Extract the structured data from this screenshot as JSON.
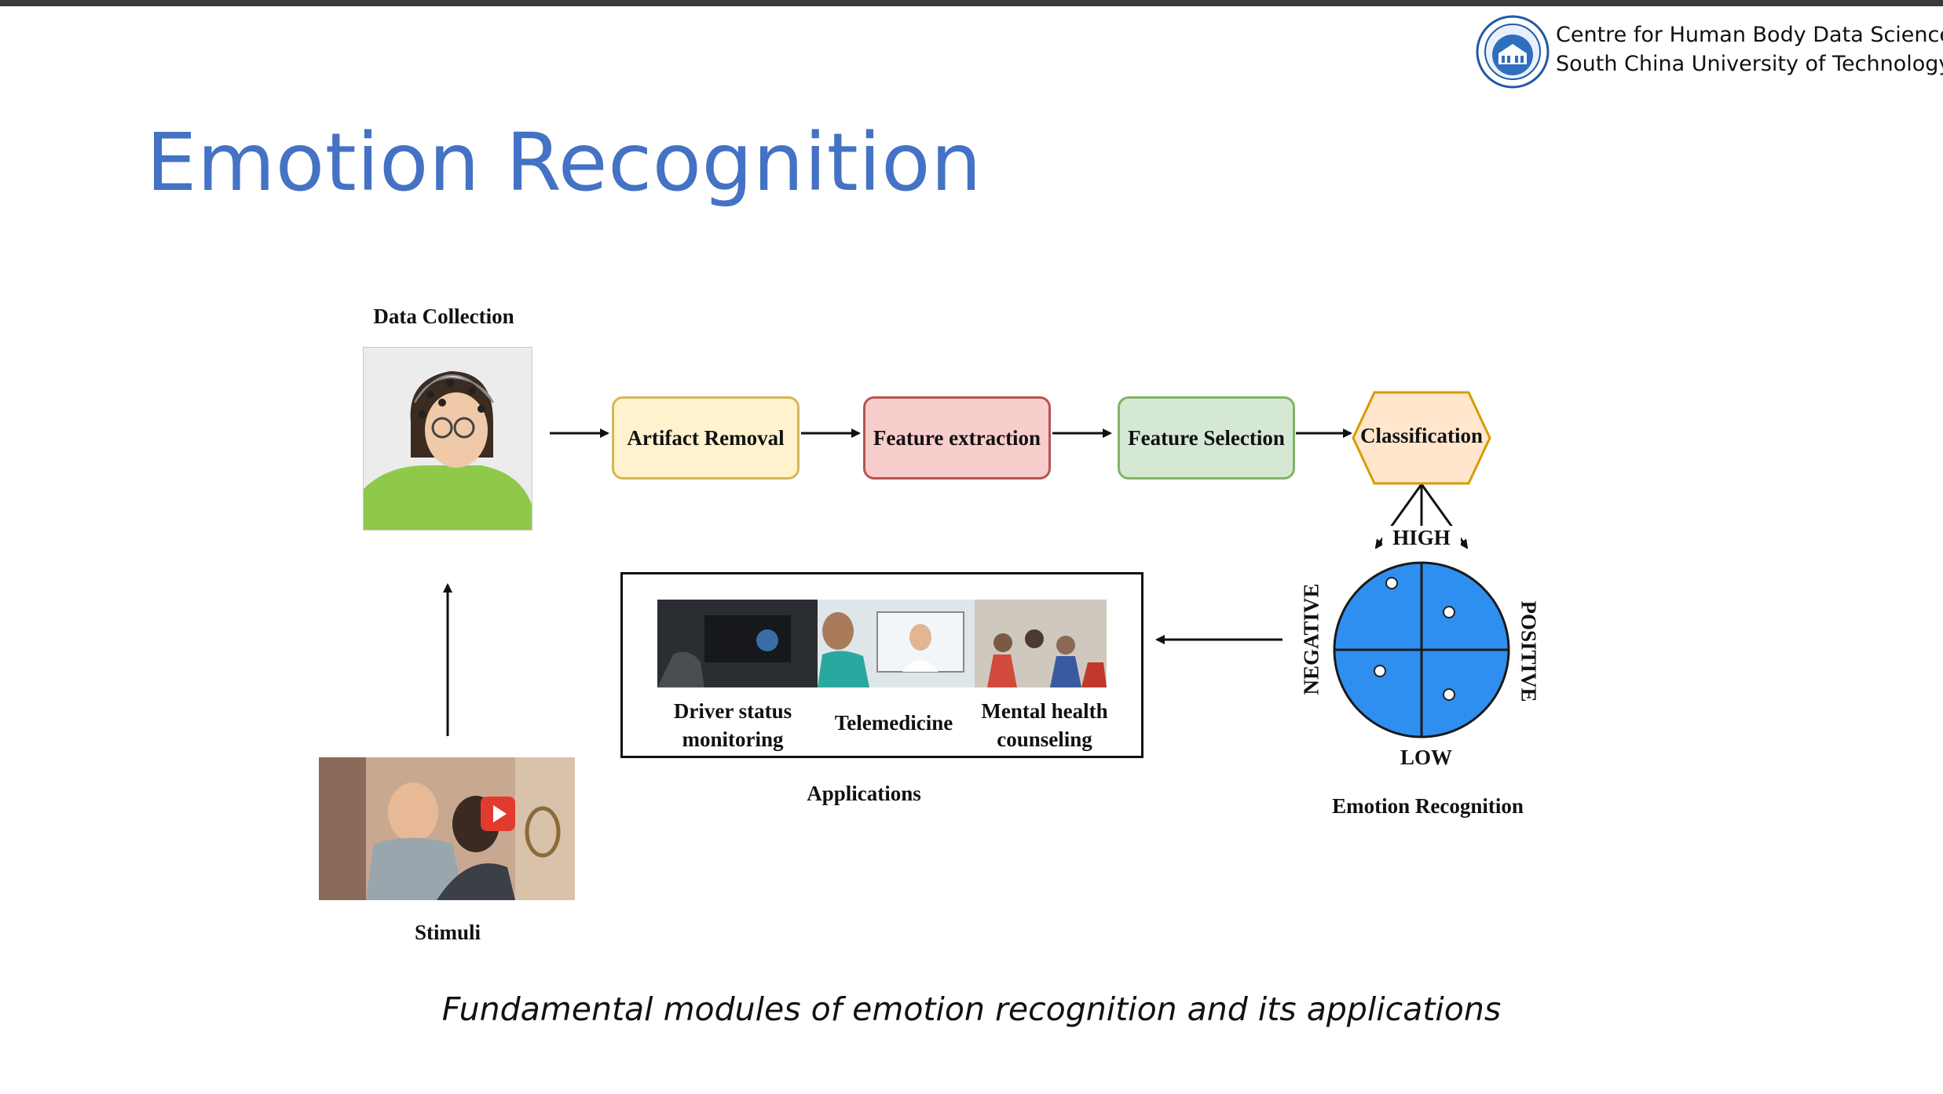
{
  "institution": {
    "line1": "Centre for Human Body Data Science",
    "line2": "South China University of Technology"
  },
  "slide": {
    "title": "Emotion Recognition"
  },
  "diagram": {
    "data_collection_label": "Data Collection",
    "stimuli_label": "Stimuli",
    "steps": [
      "Artifact Removal",
      "Feature extraction",
      "Feature Selection",
      "Classification"
    ],
    "step_colors": {
      "artifact": "#fff2cc",
      "feature_extraction": "#f8cecc",
      "feature_selection": "#d5e8d4",
      "classification": "#ffe6cc"
    },
    "emotion": {
      "high": "HIGH",
      "low": "LOW",
      "negative": "NEGATIVE",
      "positive": "POSITIVE",
      "label": "Emotion Recognition",
      "circle_color": "#2f8ff0"
    },
    "applications": {
      "items": [
        {
          "line1": "Driver status",
          "line2": "monitoring"
        },
        {
          "line1": "Telemedicine",
          "line2": ""
        },
        {
          "line1": "Mental health",
          "line2": "counseling"
        }
      ],
      "label": "Applications"
    }
  },
  "caption": "Fundamental modules of emotion recognition and its applications"
}
